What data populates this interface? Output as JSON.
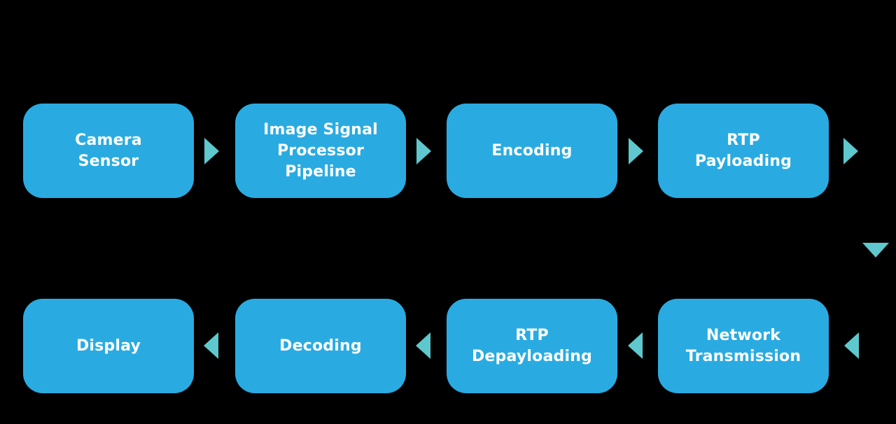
{
  "diagram": {
    "description": "Video streaming pipeline flow diagram",
    "colors": {
      "background": "#000000",
      "box_fill": "#29ABE2",
      "arrow": "#5EC8CE",
      "label_text": "#FFFFFF"
    },
    "top_row": [
      {
        "id": "camera-sensor",
        "label": "Camera\nSensor"
      },
      {
        "id": "isp-pipeline",
        "label": "Image Signal\nProcessor\nPipeline"
      },
      {
        "id": "encoding",
        "label": "Encoding"
      },
      {
        "id": "rtp-payloading",
        "label": "RTP\nPayloading"
      }
    ],
    "bottom_row": [
      {
        "id": "display",
        "label": "Display"
      },
      {
        "id": "decoding",
        "label": "Decoding"
      },
      {
        "id": "rtp-depayloading",
        "label": "RTP\nDepayloading"
      },
      {
        "id": "network-transmission",
        "label": "Network\nTransmission"
      }
    ],
    "flow": {
      "top_row_direction": "left-to-right",
      "wrap": "down arrow at right edge connects top row end to bottom row start",
      "bottom_row_direction": "right-to-left"
    },
    "arrows": [
      {
        "direction": "right",
        "from": "Camera Sensor",
        "to": "Image Signal Processor Pipeline"
      },
      {
        "direction": "right",
        "from": "Image Signal Processor Pipeline",
        "to": "Encoding"
      },
      {
        "direction": "right",
        "from": "Encoding",
        "to": "RTP Payloading"
      },
      {
        "direction": "right",
        "from": "RTP Payloading",
        "to": "wrap-connector"
      },
      {
        "direction": "down",
        "from": "wrap-connector",
        "to": "wrap-connector"
      },
      {
        "direction": "left",
        "from": "wrap-connector",
        "to": "Network Transmission"
      },
      {
        "direction": "left",
        "from": "Network Transmission",
        "to": "RTP Depayloading"
      },
      {
        "direction": "left",
        "from": "RTP Depayloading",
        "to": "Decoding"
      },
      {
        "direction": "left",
        "from": "Decoding",
        "to": "Display"
      }
    ]
  }
}
